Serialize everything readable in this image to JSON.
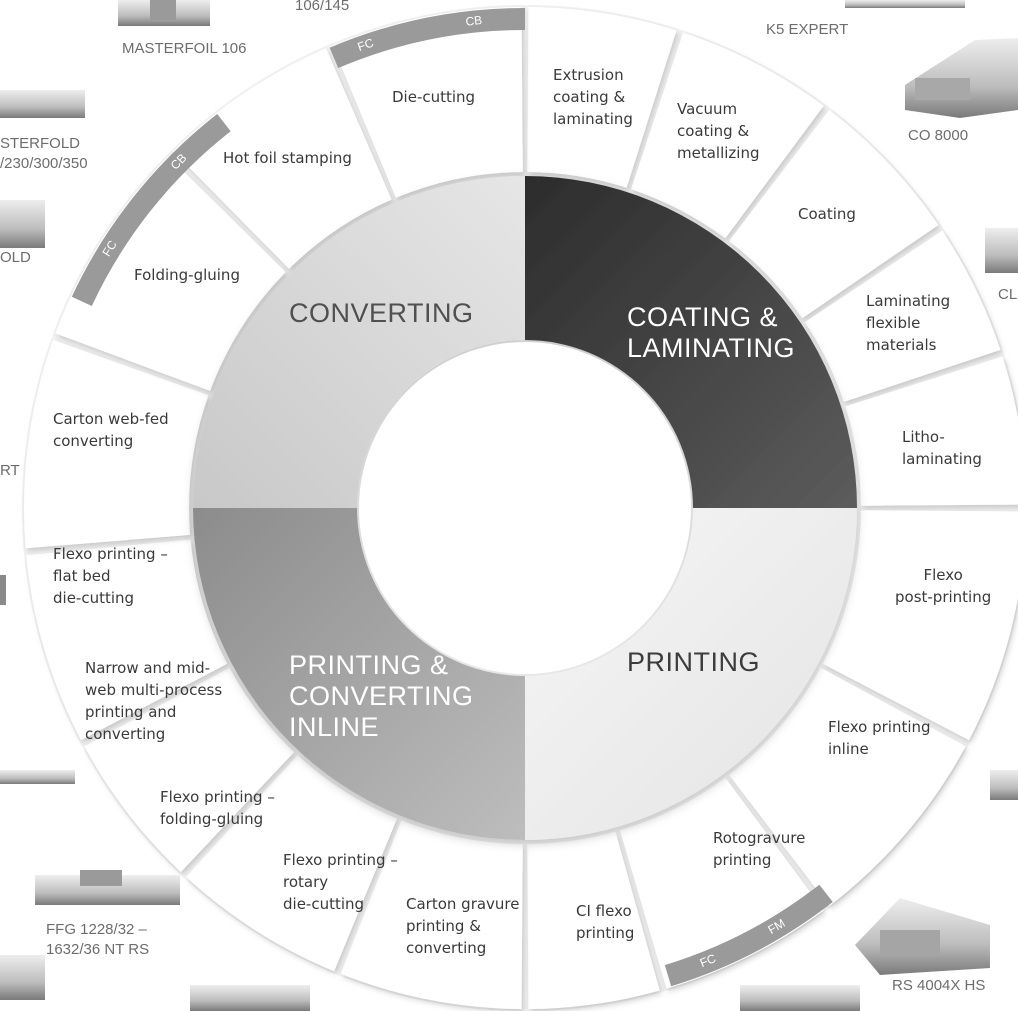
{
  "quadrants": {
    "converting": "CONVERTING",
    "coating": "COATING &\nLAMINATING",
    "printing": "PRINTING",
    "inline": "PRINTING &\nCONVERTING\nINLINE"
  },
  "segments": {
    "extrusion": "Extrusion\ncoating &\nlaminating",
    "vacuum": "Vacuum\ncoating &\nmetallizing",
    "coating": "Coating",
    "laminating_flexible": "Laminating\nflexible\nmaterials",
    "litho": "Litho-\nlaminating",
    "flexo_post": "Flexo\npost-printing",
    "flexo_inline": "Flexo printing\ninline",
    "rotogravure": "Rotogravure\nprinting",
    "ci_flexo": "CI flexo\nprinting",
    "carton_gravure": "Carton gravure\nprinting &\nconverting",
    "flexo_rotary": "Flexo printing –\nrotary\ndie-cutting",
    "flexo_folding": "Flexo printing –\nfolding-gluing",
    "narrow_mid": "Narrow and mid-\nweb multi-process\nprinting and\nconverting",
    "flexo_flatbed": "Flexo printing –\nflat bed\ndie-cutting",
    "carton_web": "Carton web-fed\nconverting",
    "folding_gluing": "Folding-gluing",
    "hot_foil": "Hot foil stamping",
    "die_cutting": "Die-cutting"
  },
  "bands": {
    "top": [
      "FC",
      "CB"
    ],
    "left": [
      "FC",
      "CB"
    ],
    "bottom": [
      "FC",
      "FM"
    ]
  },
  "machines": {
    "masterfoil": "MASTERFOIL 106",
    "masterfoil_sizes": "106/145",
    "k5": "K5 EXPERT",
    "co8000": "CO 8000",
    "masterfold": "STERFOLD\n/230/300/350",
    "fold": "OLD",
    "cl": "CL",
    "rt": "RT",
    "ffg": "FFG 1228/32 –\n1632/36 NT RS",
    "rs4004": "RS 4004X HS"
  }
}
